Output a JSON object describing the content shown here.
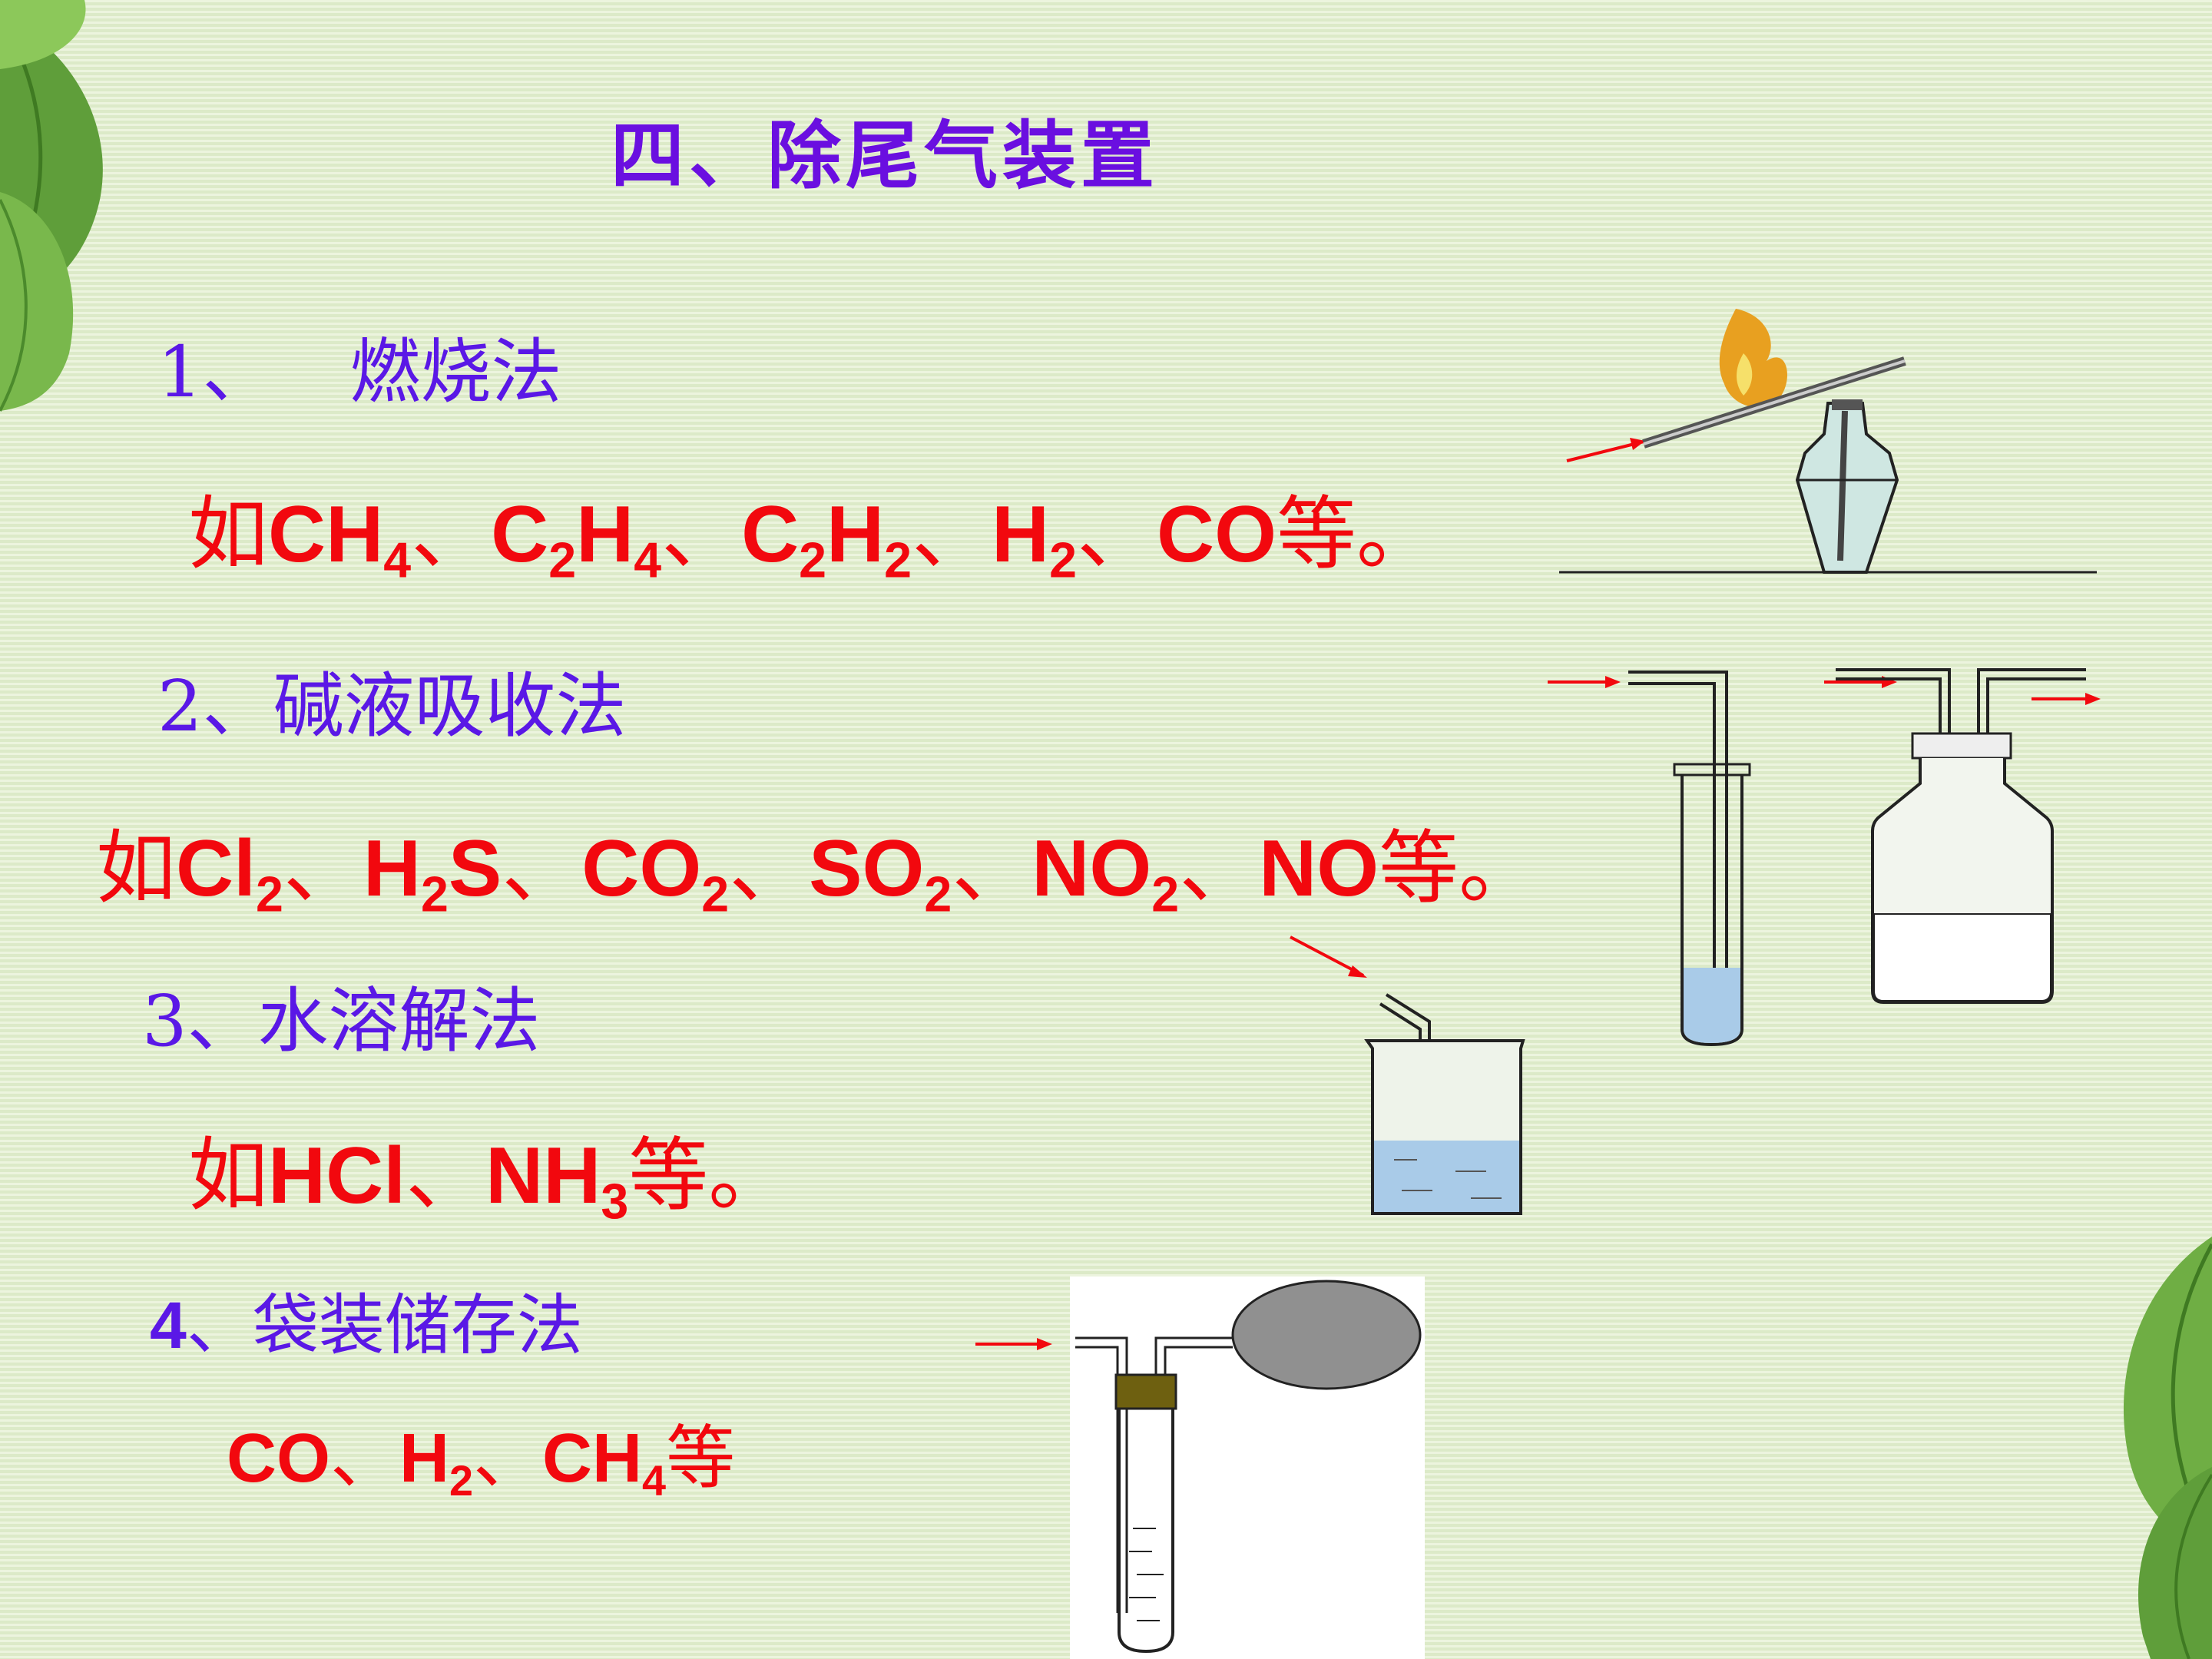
{
  "title": "四、除尾气装置",
  "method1": {
    "number": "1、",
    "name": "燃烧法",
    "prefix": "如",
    "formulas": [
      [
        "CH",
        "4"
      ],
      [
        "C",
        "2",
        "H",
        "4"
      ],
      [
        "C",
        "2",
        "H",
        "2"
      ],
      [
        "H",
        "2"
      ],
      [
        "CO"
      ]
    ],
    "suffix": "等。"
  },
  "method2": {
    "number": "2、",
    "name": "碱液吸收法",
    "prefix": "如",
    "formulas": [
      [
        "Cl",
        "2"
      ],
      [
        "H",
        "2",
        "S"
      ],
      [
        "CO",
        "2"
      ],
      [
        "SO",
        "2"
      ],
      [
        "NO",
        "2"
      ],
      [
        "NO"
      ]
    ],
    "suffix": "等。"
  },
  "method3": {
    "number": "3、",
    "name": "水溶解法",
    "prefix": "如",
    "formulas": [
      [
        "HCl"
      ],
      [
        "NH",
        "3"
      ]
    ],
    "suffix": "等。"
  },
  "method4": {
    "number": "4",
    "name": "、袋装储存法",
    "prefix": "",
    "formulas": [
      [
        "CO"
      ],
      [
        "H",
        "2"
      ],
      [
        "CH",
        "4"
      ]
    ],
    "suffix": "等"
  },
  "separator": "、",
  "colors": {
    "title": "#6a0fe0",
    "heading": "#5a18e6",
    "formula": "#f2080e",
    "background": "#e3efcf"
  }
}
